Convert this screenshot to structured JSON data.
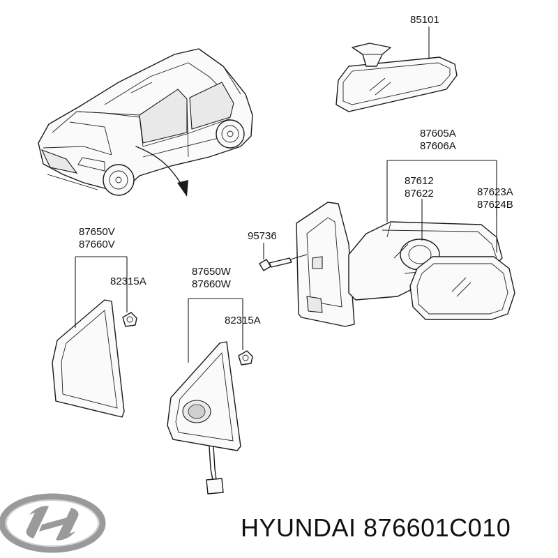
{
  "labels": {
    "p85101": "85101",
    "p87605A": "87605A",
    "p87606A": "87606A",
    "p87612": "87612",
    "p87622": "87622",
    "p87623A": "87623A",
    "p87624B": "87624B",
    "p95736": "95736",
    "p87650V": "87650V",
    "p87660V": "87660V",
    "p82315A_left": "82315A",
    "p87650W": "87650W",
    "p87660W": "87660W",
    "p82315A_right": "82315A"
  },
  "footer": {
    "brand": "HYUNDAI",
    "part_number": "876601C010"
  },
  "colors": {
    "logo_silver": "#9a9a9a",
    "line": "#1a1a1a"
  }
}
